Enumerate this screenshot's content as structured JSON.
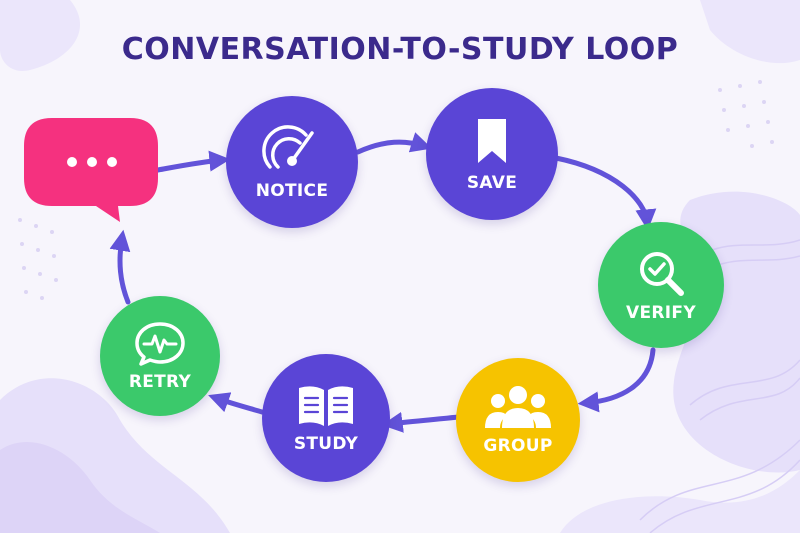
{
  "title": "CONVERSATION-TO-STUDY LOOP",
  "colors": {
    "purple": "#5a45d6",
    "green": "#3bc96b",
    "yellow": "#f6c300",
    "pink": "#f5317f",
    "arrow": "#6253d9",
    "title": "#3b2a8c"
  },
  "steps": [
    {
      "label": "NOTICE",
      "icon": "radar-icon",
      "color": "#5a45d6"
    },
    {
      "label": "SAVE",
      "icon": "bookmark-icon",
      "color": "#5a45d6"
    },
    {
      "label": "VERIFY",
      "icon": "magnifier-check-icon",
      "color": "#3bc96b"
    },
    {
      "label": "GROUP",
      "icon": "people-group-icon",
      "color": "#f6c300"
    },
    {
      "label": "STUDY",
      "icon": "open-book-icon",
      "color": "#5a45d6"
    },
    {
      "label": "RETRY",
      "icon": "chat-pulse-icon",
      "color": "#3bc96b"
    }
  ],
  "start": {
    "icon": "chat-bubble-icon",
    "color": "#f5317f"
  }
}
